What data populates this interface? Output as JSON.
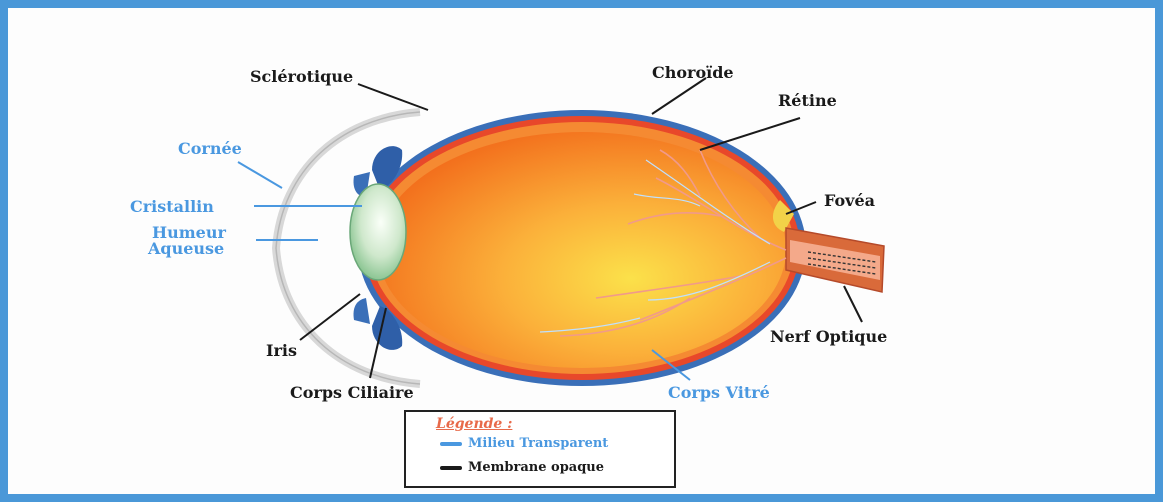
{
  "labels": {
    "sclerotique": "Sclérotique",
    "choroide": "Choroïde",
    "retine": "Rétine",
    "cornee": "Cornée",
    "cristallin": "Cristallin",
    "humeur_line1": "Humeur",
    "humeur_line2": "Aqueuse",
    "fovea": "Fovéa",
    "iris": "Iris",
    "corps_ciliaire": "Corps Ciliaire",
    "corps_vitre": "Corps Vitré",
    "nerf_optique": "Nerf Optique"
  },
  "legend": {
    "title": "Légende :",
    "transparent": "Milieu Transparent",
    "opaque": "Membrane opaque"
  },
  "colors": {
    "frame": "#4a98d8",
    "transparent_label": "#4a98e0",
    "opaque_label": "#1a1a1a",
    "legend_title": "#e86a4a"
  }
}
